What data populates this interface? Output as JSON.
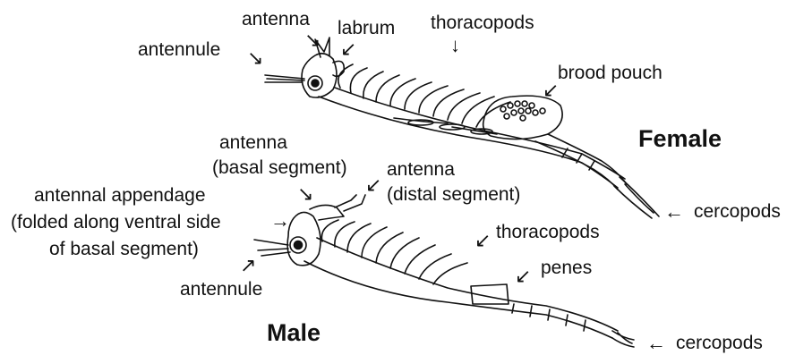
{
  "female": {
    "title": "Female",
    "labels": {
      "antenna": "antenna",
      "antennule": "antennule",
      "labrum": "labrum",
      "thoracopods": "thoracopods",
      "brood_pouch": "brood pouch",
      "cercopods": "cercopods"
    }
  },
  "male": {
    "title": "Male",
    "labels": {
      "antenna_basal_1": "antenna",
      "antenna_basal_2": "(basal segment)",
      "antenna_distal_1": "antenna",
      "antenna_distal_2": "(distal segment)",
      "appendage_1": "antennal appendage",
      "appendage_2": "(folded along ventral side",
      "appendage_3": "of basal segment)",
      "antennule": "antennule",
      "thoracopods": "thoracopods",
      "penes": "penes",
      "cercopods": "cercopods"
    }
  },
  "arrows": {
    "right": "→",
    "left": "←",
    "down": "↓",
    "down_right": "↘",
    "down_left": "↙",
    "up_right": "↗"
  }
}
